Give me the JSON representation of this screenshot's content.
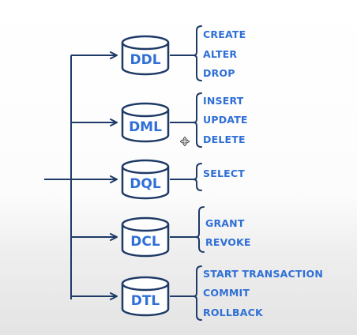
{
  "colors": {
    "line": "#1e3a66",
    "text": "#2f6fd6"
  },
  "groups": [
    {
      "label": "DDL",
      "commands": [
        "CREATE",
        "ALTER",
        "DROP"
      ]
    },
    {
      "label": "DML",
      "commands": [
        "INSERT",
        "UPDATE",
        "DELETE"
      ]
    },
    {
      "label": "DQL",
      "commands": [
        "SELECT"
      ]
    },
    {
      "label": "DCL",
      "commands": [
        "GRANT",
        "REVOKE"
      ]
    },
    {
      "label": "DTL",
      "commands": [
        "START TRANSACTION",
        "COMMIT",
        "ROLLBACK"
      ]
    }
  ]
}
